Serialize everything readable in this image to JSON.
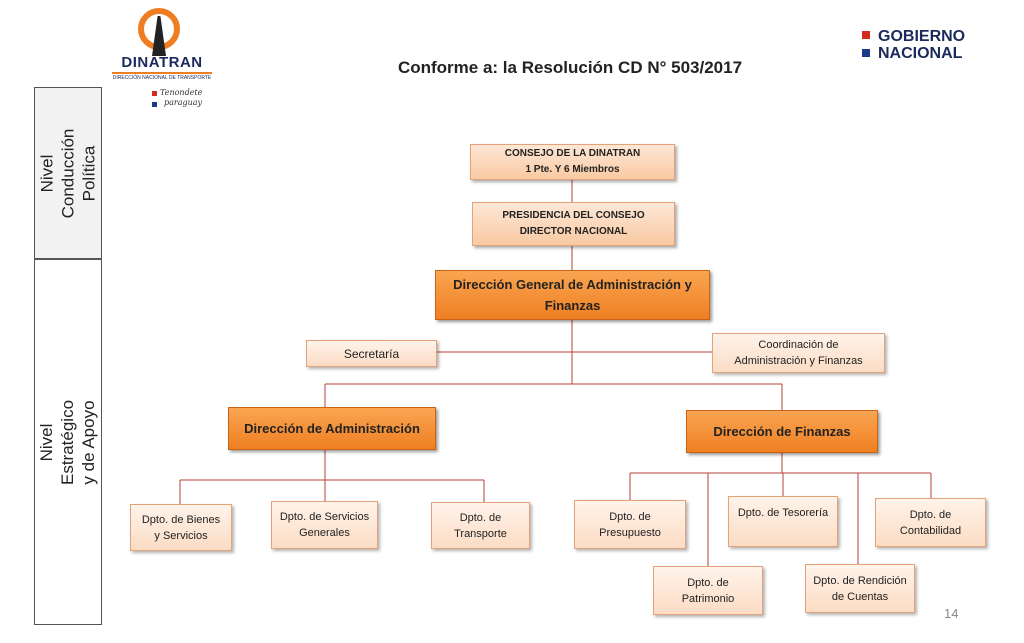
{
  "header": {
    "logo_name": "DINATRAN",
    "logo_subtitle": "DIRECCIÓN NACIONAL DE TRANSPORTE",
    "slogan_line1": "Tenondete",
    "slogan_line2": "paraguay",
    "gov_line1": "GOBIERNO",
    "gov_line2": "NACIONAL",
    "title": "Conforme a: la Resolución CD N° 503/2017"
  },
  "levels": {
    "political": "Nivel Conducción Política",
    "strategic": "Nivel Estratégico y de Apoyo"
  },
  "org": {
    "consejo": {
      "line1": "CONSEJO DE LA DINATRAN",
      "line2": "1 Pte. Y 6 Miembros"
    },
    "presidencia": {
      "line1": "PRESIDENCIA DEL CONSEJO",
      "line2": "DIRECTOR NACIONAL"
    },
    "dgaf": {
      "line1": "Dirección General de Administración y",
      "line2": "Finanzas"
    },
    "secretaria": "Secretaría",
    "coordinacion": {
      "line1": "Coordinación de",
      "line2": "Administración y Finanzas"
    },
    "dir_admin": "Dirección de Administración",
    "dir_finanzas": "Dirección de Finanzas",
    "bienes": {
      "line1": "Dpto. de Bienes",
      "line2": "y Servicios"
    },
    "servicios": {
      "line1": "Dpto. de Servicios",
      "line2": "Generales"
    },
    "transporte": {
      "line1": "Dpto. de",
      "line2": "Transporte"
    },
    "presupuesto": {
      "line1": "Dpto. de",
      "line2": "Presupuesto"
    },
    "tesoreria": "Dpto. de Tesorería",
    "contabilidad": {
      "line1": "Dpto. de",
      "line2": "Contabilidad"
    },
    "patrimonio": {
      "line1": "Dpto. de",
      "line2": "Patrimonio"
    },
    "rendicion": {
      "line1": "Dpto. de Rendición",
      "line2": "de Cuentas"
    }
  },
  "page_number": "14",
  "colors": {
    "line": "#b5413a",
    "accent": "#ef7f22",
    "light_box": "#f9c9a2"
  }
}
